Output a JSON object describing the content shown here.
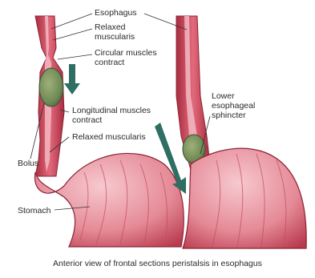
{
  "labels": {
    "esophagus": "Esophagus",
    "relaxed_muscularis_top": "Relaxed\nmuscularis",
    "circular_muscles": "Circular muscles\ncontract",
    "longitudinal_muscles": "Longitudinal muscles\ncontract",
    "relaxed_muscularis_bottom": "Relaxed muscularis",
    "bolus": "Bolus",
    "stomach": "Stomach",
    "lower_esophageal_sphincter": "Lower\nesophageal\nsphincter"
  },
  "caption": "Anterior view of frontal sections peristalsis in esophagus",
  "colors": {
    "wall": "#c23a4c",
    "wall_light": "#e0677a",
    "lumen": "#f2b9c2",
    "bolus": "#6f8a55",
    "arrow": "#2f6e62"
  }
}
